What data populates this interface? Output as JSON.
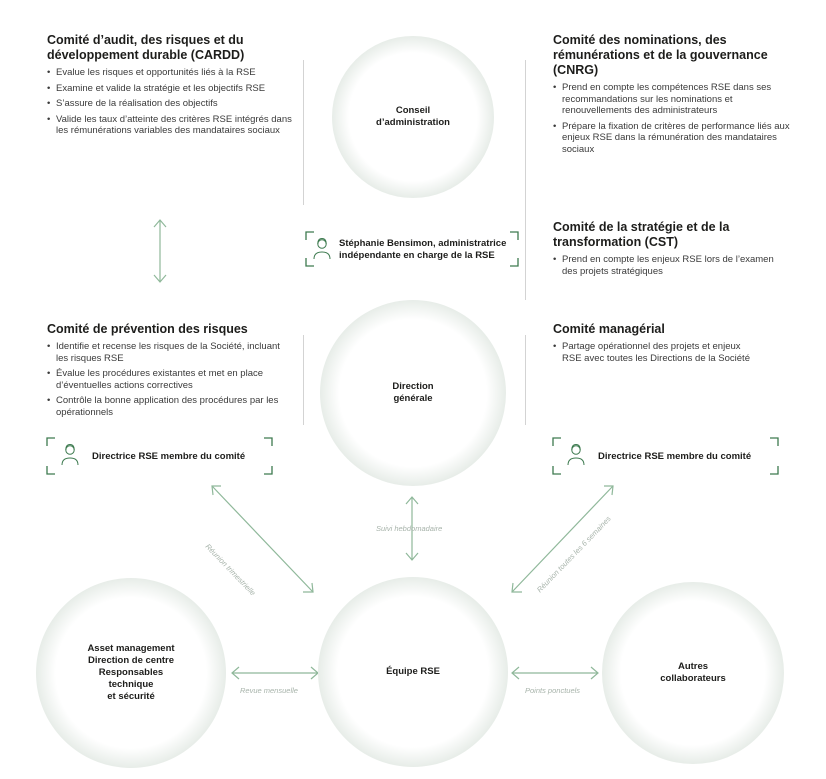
{
  "colors": {
    "accent": "#3d7a4f",
    "arrow": "#8fb89a",
    "edge_label": "#a7b3aa",
    "divider": "#d3d3d3"
  },
  "cardd": {
    "title": "Comité d’audit, des risques et du développement durable (CARDD)",
    "items": [
      "Evalue les risques et opportunités liés à la RSE",
      "Examine et valide la stratégie et les objectifs RSE",
      "S’assure de la réalisation des objectifs",
      "Valide les taux d’atteinte des critères RSE intégrés dans les rémunérations variables des mandataires sociaux"
    ]
  },
  "cnrg": {
    "title": "Comité des nominations, des rémunérations et de la gouvernance (CNRG)",
    "items": [
      "Prend en compte les compétences RSE dans ses recommandations sur les nominations et renouvellements des administrateurs",
      "Prépare la fixation de critères de performance liés aux enjeux RSE dans la rémunération des mandataires sociaux"
    ]
  },
  "cst": {
    "title": "Comité de la stratégie et de la transformation (CST)",
    "items": [
      "Prend en compte les enjeux RSE lors de l’examen des projets stratégiques"
    ]
  },
  "prevention": {
    "title": "Comité de prévention des risques",
    "items": [
      "Identifie et recense les risques de la Société, incluant les risques RSE",
      "Évalue les procédures existantes et met en place d’éventuelles actions correctives",
      "Contrôle la bonne application des procédures par les opérationnels"
    ]
  },
  "managerial": {
    "title": "Comité managérial",
    "items": [
      "Partage opérationnel des projets et enjeux RSE avec toutes les Directions de la Société"
    ]
  },
  "circles": {
    "board": "Conseil\nd’administration",
    "management": "Direction\ngénérale",
    "rse_team": "Équipe RSE",
    "asset": "Asset management\nDirection de centre\nResponsables\ntechnique\net sécurité",
    "others": "Autres\ncollaborateurs"
  },
  "boxes": {
    "administrator": "Stéphanie Bensimon, administratrice\nindépendante en charge de la RSE",
    "director_left": "Directrice RSE membre du comité",
    "director_right": "Directrice RSE membre du comité"
  },
  "edges": {
    "weekly": "Suivi hebdomadaire",
    "quarterly": "Réunion trimestrielle",
    "six_weeks": "Réunion toutes les 6 semaines",
    "monthly": "Revue mensuelle",
    "occasional": "Points ponctuels"
  }
}
